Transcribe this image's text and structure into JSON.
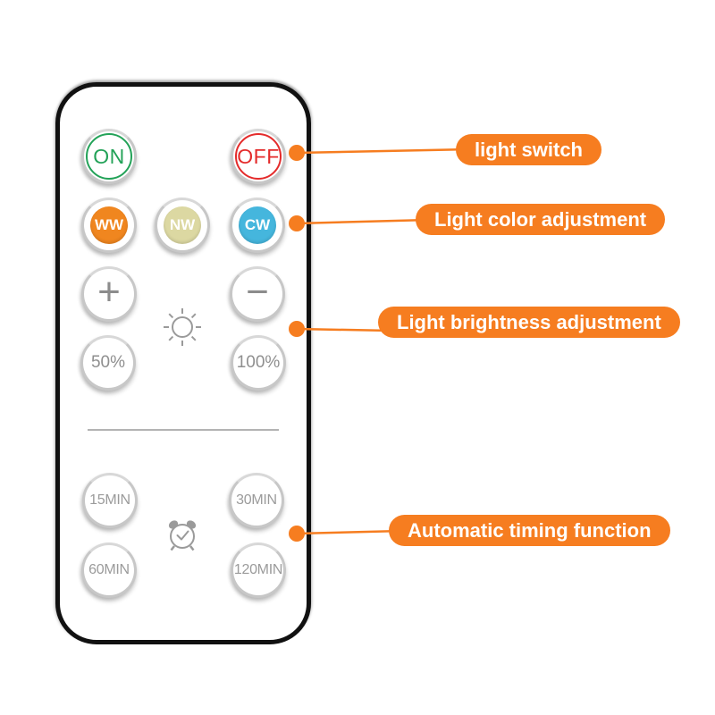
{
  "infographic": {
    "callouts": [
      {
        "label": "light switch"
      },
      {
        "label": "Light color adjustment"
      },
      {
        "label": "Light brightness adjustment"
      },
      {
        "label": "Automatic timing function"
      }
    ]
  },
  "remote": {
    "power": {
      "on_label": "ON",
      "off_label": "OFF"
    },
    "color_buttons": [
      {
        "label": "WW",
        "color": "#F0861F"
      },
      {
        "label": "NW",
        "color": "#DCD8A2"
      },
      {
        "label": "CW",
        "color": "#45B6DD"
      }
    ],
    "brightness": {
      "increase_label": "+",
      "decrease_label": "−",
      "preset_half": "50%",
      "preset_full": "100%"
    },
    "timer_buttons": [
      "15MIN",
      "30MIN",
      "60MIN",
      "120MIN"
    ],
    "icons": {
      "brightness_icon": "sun-icon",
      "timer_icon": "alarm-clock-icon"
    }
  },
  "colors": {
    "accent_orange": "#F67D20",
    "on_green": "#23A258",
    "off_red": "#E42B2B",
    "warm_white": "#F0861F",
    "natural_white": "#DCD8A2",
    "cool_white": "#45B6DD",
    "button_text_gray": "#8F8F8F"
  }
}
